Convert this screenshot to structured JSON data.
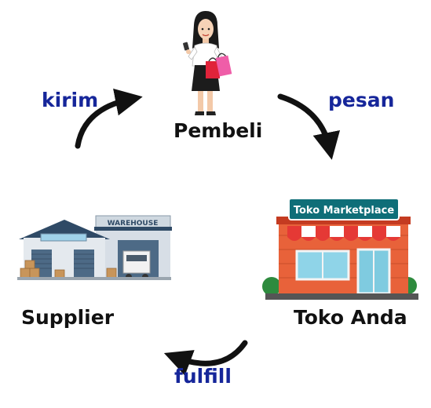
{
  "nodes": {
    "buyer": {
      "label": "Pembeli"
    },
    "store": {
      "label": "Toko Anda",
      "sign": "Toko Marketplace"
    },
    "supplier": {
      "label": "Supplier",
      "sign": "WAREHOUSE"
    }
  },
  "edges": {
    "order": {
      "label": "pesan"
    },
    "fulfill": {
      "label": "fulfill"
    },
    "send": {
      "label": "kirim"
    }
  },
  "colors": {
    "edge_label": "#16269a",
    "node_label": "#111111",
    "arrow": "#111111",
    "store_brick": "#e8623a",
    "store_awning_red": "#e53935",
    "store_sign": "#0f6e78",
    "warehouse_roof": "#2f4a66",
    "warehouse_wall": "#d7dee6"
  },
  "icons": {
    "buyer": "woman-shopper-icon",
    "store": "storefront-icon",
    "supplier": "warehouse-icon"
  }
}
